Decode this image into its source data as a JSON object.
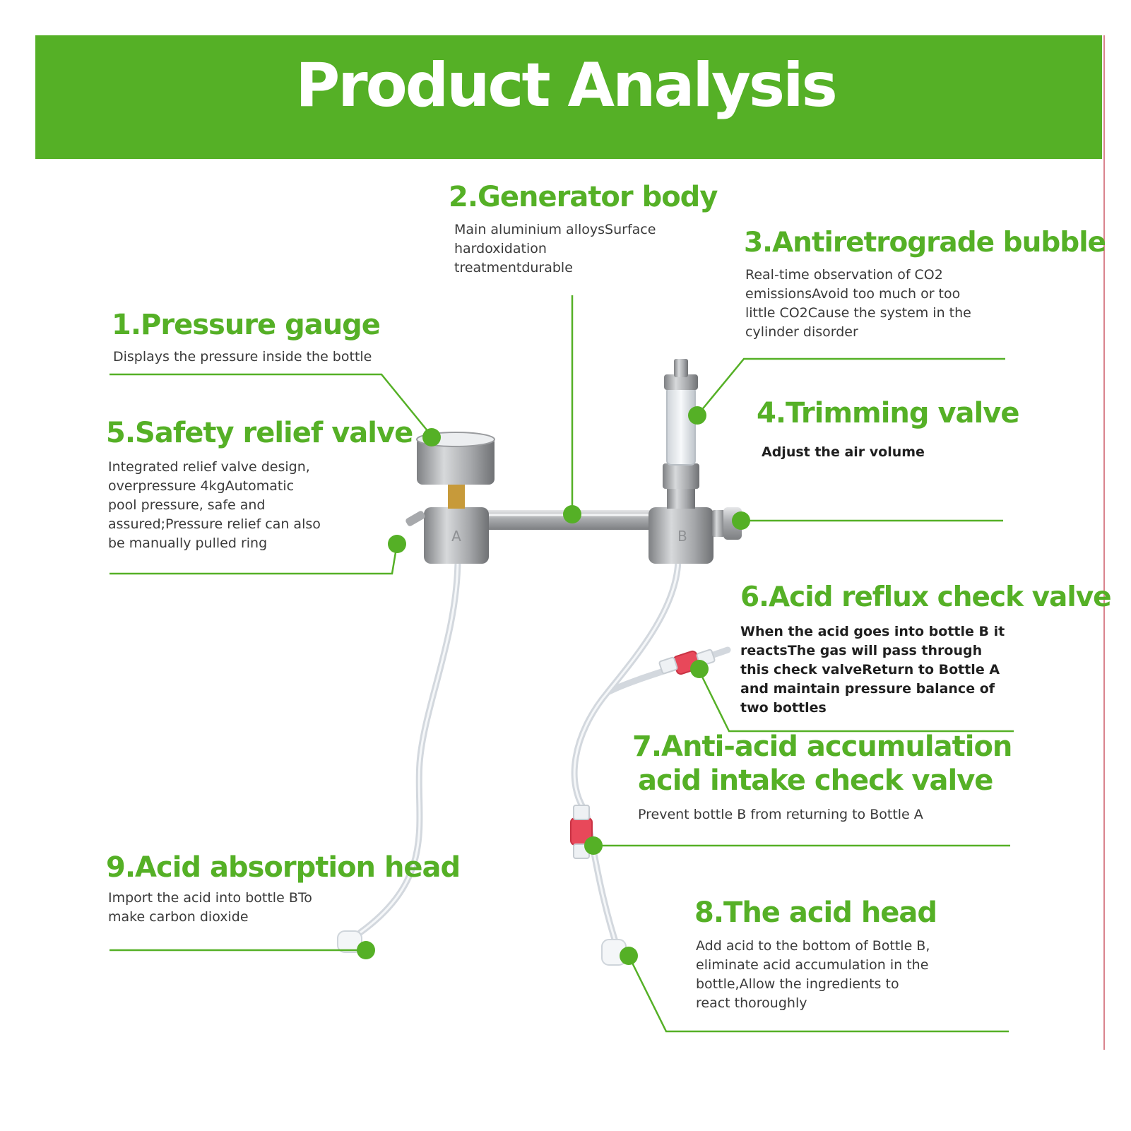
{
  "header": {
    "title": "Product Analysis"
  },
  "colors": {
    "accent": "#55b026",
    "border_right": "#d9848e",
    "tube": "#d8dde3",
    "check_valve_red": "#e8485a",
    "metal": "#b6b8bb"
  },
  "parts": {
    "p1": {
      "title": "1.Pressure gauge",
      "desc": "Displays the pressure inside the bottle"
    },
    "p2": {
      "title": "2.Generator body",
      "desc": "Main aluminium alloysSurface\nhardoxidation\ntreatmentdurable"
    },
    "p3": {
      "title": "3.Antiretrograde bubble",
      "desc": "Real-time observation of CO2\nemissionsAvoid too much or too\nlittle CO2Cause the system in the\ncylinder disorder"
    },
    "p4": {
      "title": "4.Trimming valve",
      "desc": "Adjust the air volume"
    },
    "p5": {
      "title": "5.Safety relief valve",
      "desc": "Integrated relief valve design,\noverpressure 4kgAutomatic\npool pressure, safe and\nassured;Pressure relief can also\nbe manually pulled ring"
    },
    "p6": {
      "title": "6.Acid reflux check valve",
      "desc": "When the acid goes into bottle B it\nreactsThe gas will pass through\nthis check valveReturn to Bottle A\nand maintain pressure balance of\ntwo bottles"
    },
    "p7": {
      "title_line1": "7.Anti-acid accumulation",
      "title_line2": "acid intake check valve",
      "desc": "Prevent bottle B from returning to Bottle A"
    },
    "p8": {
      "title": "8.The acid head",
      "desc": "Add acid to the bottom of Bottle B,\neliminate acid accumulation in the\nbottle,Allow the ingredients to\nreact thoroughly"
    },
    "p9": {
      "title": "9.Acid absorption head",
      "desc": "Import the acid into bottle BTo\nmake carbon dioxide"
    }
  },
  "device": {
    "block_a_letter": "A",
    "block_b_letter": "B"
  }
}
